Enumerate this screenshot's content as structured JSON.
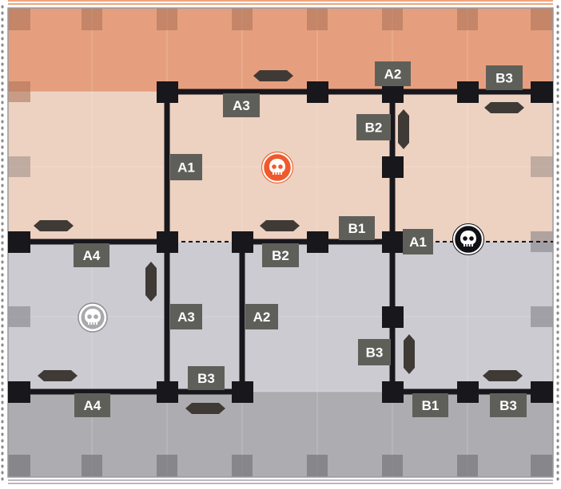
{
  "colors": {
    "orange_dark": "#e69f7e",
    "orange_light": "#edd1c1",
    "gray_light": "#cbcbd1",
    "gray_dark": "#adadb1",
    "wall": "#17171c",
    "label_bg": "#5f5f5a",
    "label_text": "#ffffff",
    "token_orange": "#ef5a2c",
    "token_black": "#111115",
    "token_white": "#ffffff",
    "stripe_orange": "#f1a57b",
    "stripe_gray": "#b9b9bf",
    "dots": "#8a8a8a"
  },
  "wall_labels": [
    {
      "id": "a2-top",
      "text": "A2"
    },
    {
      "id": "b3-top",
      "text": "B3"
    },
    {
      "id": "a3-top",
      "text": "A3"
    },
    {
      "id": "b2-right",
      "text": "B2"
    },
    {
      "id": "a1-left",
      "text": "A1"
    },
    {
      "id": "b1-mid",
      "text": "B1"
    },
    {
      "id": "a1-mid",
      "text": "A1"
    },
    {
      "id": "a4-left",
      "text": "A4"
    },
    {
      "id": "b2-mid",
      "text": "B2"
    },
    {
      "id": "a3-lower",
      "text": "A3"
    },
    {
      "id": "a2-lower",
      "text": "A2"
    },
    {
      "id": "b3-right",
      "text": "B3"
    },
    {
      "id": "b3-lower",
      "text": "B3"
    },
    {
      "id": "a4-bottom",
      "text": "A4"
    },
    {
      "id": "b1-bottom",
      "text": "B1"
    },
    {
      "id": "b3-bottom",
      "text": "B3"
    }
  ],
  "tokens": [
    {
      "id": "orange-skull",
      "color": "orange",
      "icon": "skull-icon"
    },
    {
      "id": "black-skull",
      "color": "black",
      "icon": "skull-icon"
    },
    {
      "id": "white-skull",
      "color": "white",
      "icon": "skull-icon"
    }
  ],
  "doors": [
    {
      "id": "door-1"
    },
    {
      "id": "door-2"
    },
    {
      "id": "door-3"
    },
    {
      "id": "door-4"
    },
    {
      "id": "door-5"
    },
    {
      "id": "door-6"
    },
    {
      "id": "door-7"
    },
    {
      "id": "door-8"
    },
    {
      "id": "door-9"
    },
    {
      "id": "door-10"
    },
    {
      "id": "door-11"
    }
  ]
}
